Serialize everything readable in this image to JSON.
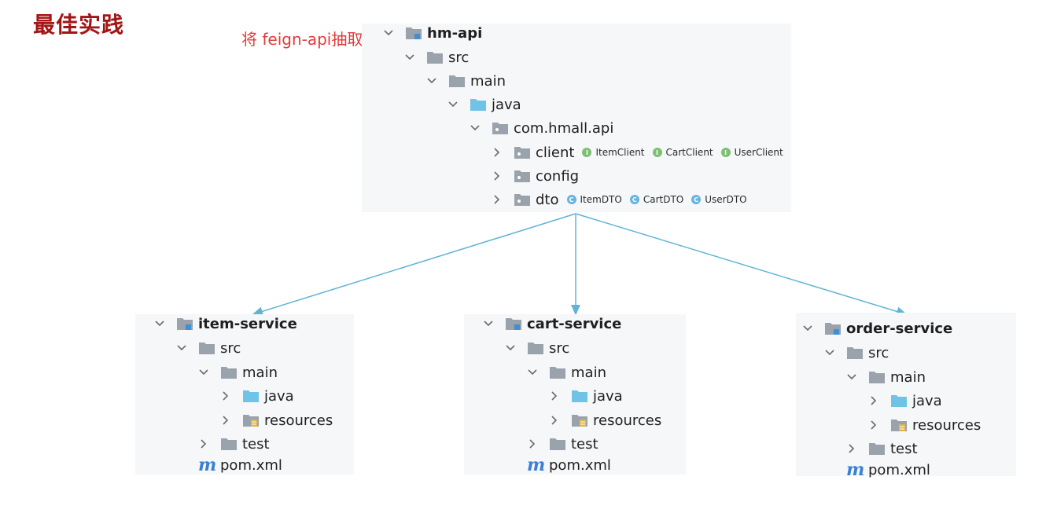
{
  "title": "最佳实践",
  "annotation": "将 feign-api抽取",
  "colors": {
    "title": "#a31515",
    "annotation": "#e23b3b",
    "arrow": "#5fb4d6",
    "folder_gray": "#9aa2ab",
    "folder_blue": "#6fc3e6",
    "interface_badge": "#7dbf73",
    "class_badge": "#6ab3e0"
  },
  "api_tree": {
    "root": "hm-api",
    "src": "src",
    "main": "main",
    "java": "java",
    "package": "com.hmall.api",
    "client": {
      "label": "client",
      "badge_letter": "I",
      "items": [
        "ItemClient",
        "CartClient",
        "UserClient"
      ]
    },
    "config": "config",
    "dto": {
      "label": "dto",
      "badge_letter": "C",
      "items": [
        "ItemDTO",
        "CartDTO",
        "UserDTO"
      ]
    }
  },
  "services": [
    {
      "root": "item-service",
      "src": "src",
      "main": "main",
      "java": "java",
      "resources": "resources",
      "test": "test",
      "pom_icon": "m",
      "pom": "pom.xml"
    },
    {
      "root": "cart-service",
      "src": "src",
      "main": "main",
      "java": "java",
      "resources": "resources",
      "test": "test",
      "pom_icon": "m",
      "pom": "pom.xml"
    },
    {
      "root": "order-service",
      "src": "src",
      "main": "main",
      "java": "java",
      "resources": "resources",
      "test": "test",
      "pom_icon": "m",
      "pom": "pom.xml"
    }
  ]
}
